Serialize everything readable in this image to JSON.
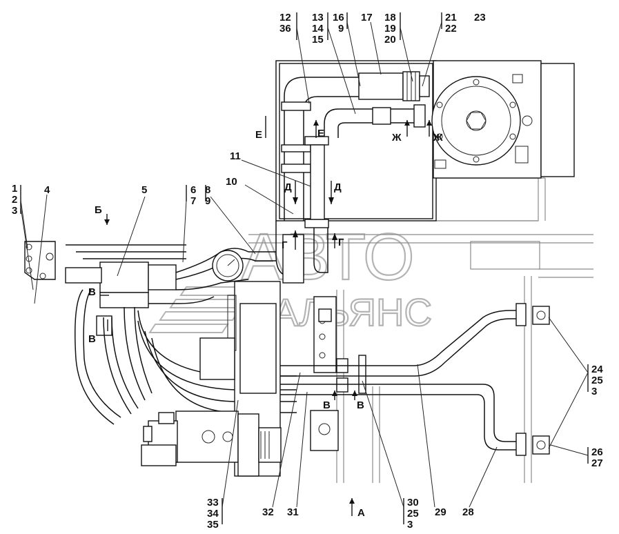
{
  "callouts": {
    "c1": "1",
    "c2": "2",
    "c3": "3",
    "c4": "4",
    "c5": "5",
    "c6": "6",
    "c7": "7",
    "c8": "8",
    "c9": "9",
    "c10": "10",
    "c11": "11",
    "c12": "12",
    "c36": "36",
    "c13": "13",
    "c14": "14",
    "c15": "15",
    "c16": "16",
    "c9b": "9",
    "c17": "17",
    "c18": "18",
    "c19": "19",
    "c20": "20",
    "c21": "21",
    "c22": "22",
    "c23": "23",
    "c24": "24",
    "c25": "25",
    "c3b": "3",
    "c26": "26",
    "c27": "27",
    "c28": "28",
    "c29": "29",
    "c30": "30",
    "c25b": "25",
    "c3c": "3",
    "c31": "31",
    "c32": "32",
    "c33": "33",
    "c34": "34",
    "c35": "35"
  },
  "sections": {
    "e_left": "Е",
    "e_right": "Е",
    "zh_left": "Ж",
    "zh_right": "Ж",
    "d_left": "Д",
    "d_right": "Д",
    "g_left": "Г",
    "g_right": "Г",
    "b_view": "Б",
    "v_upper": "В",
    "v_lower": "В",
    "v_mid_left": "В",
    "v_mid_right": "В",
    "a_view": "А"
  },
  "watermark": {
    "line1": "АВТО",
    "line2": "АЛЬЯНС"
  }
}
